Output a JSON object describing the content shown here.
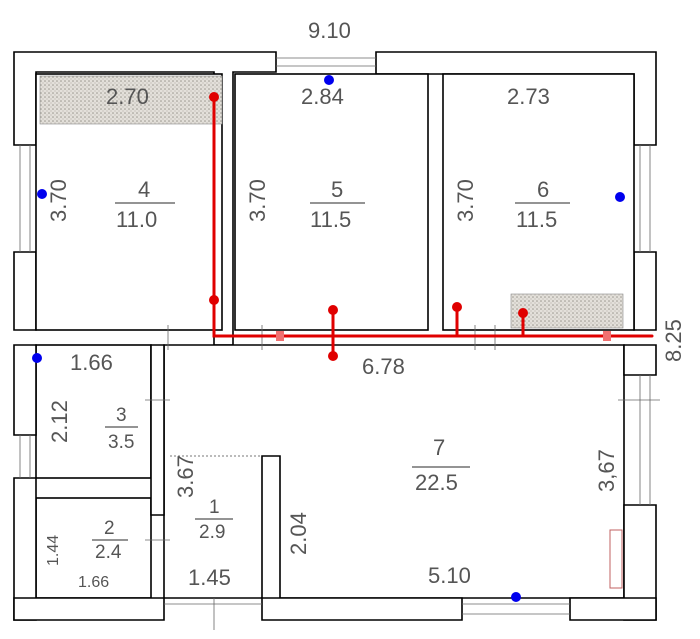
{
  "plan": {
    "overall_width": "9.10",
    "overall_depth": "8.25",
    "corridor_length": "6.78",
    "rooms": [
      {
        "id": "r4",
        "number": "4",
        "area": "11.0",
        "width": "2.70",
        "depth": "3.70"
      },
      {
        "id": "r5",
        "number": "5",
        "area": "11.5",
        "width": "2.84",
        "depth": "3.70"
      },
      {
        "id": "r6",
        "number": "6",
        "area": "11.5",
        "width": "2.73",
        "depth": "3.70"
      },
      {
        "id": "r3",
        "number": "3",
        "area": "3.5",
        "width": "1.66",
        "depth": "2.12"
      },
      {
        "id": "r2",
        "number": "2",
        "area": "2.4",
        "width": "1.66",
        "depth": "1.44"
      },
      {
        "id": "r1",
        "number": "1",
        "area": "2.9",
        "width": "1.45",
        "depth": "3.67"
      },
      {
        "id": "r7",
        "number": "7",
        "area": "22.5",
        "width": "5.10",
        "depth": "3,67",
        "inner_wall": "2.04"
      }
    ]
  },
  "colors": {
    "wall": "#000000",
    "pipe": "#e00000",
    "point": "#0000ee",
    "text": "#555555",
    "hatch": "#d9d6cf"
  }
}
